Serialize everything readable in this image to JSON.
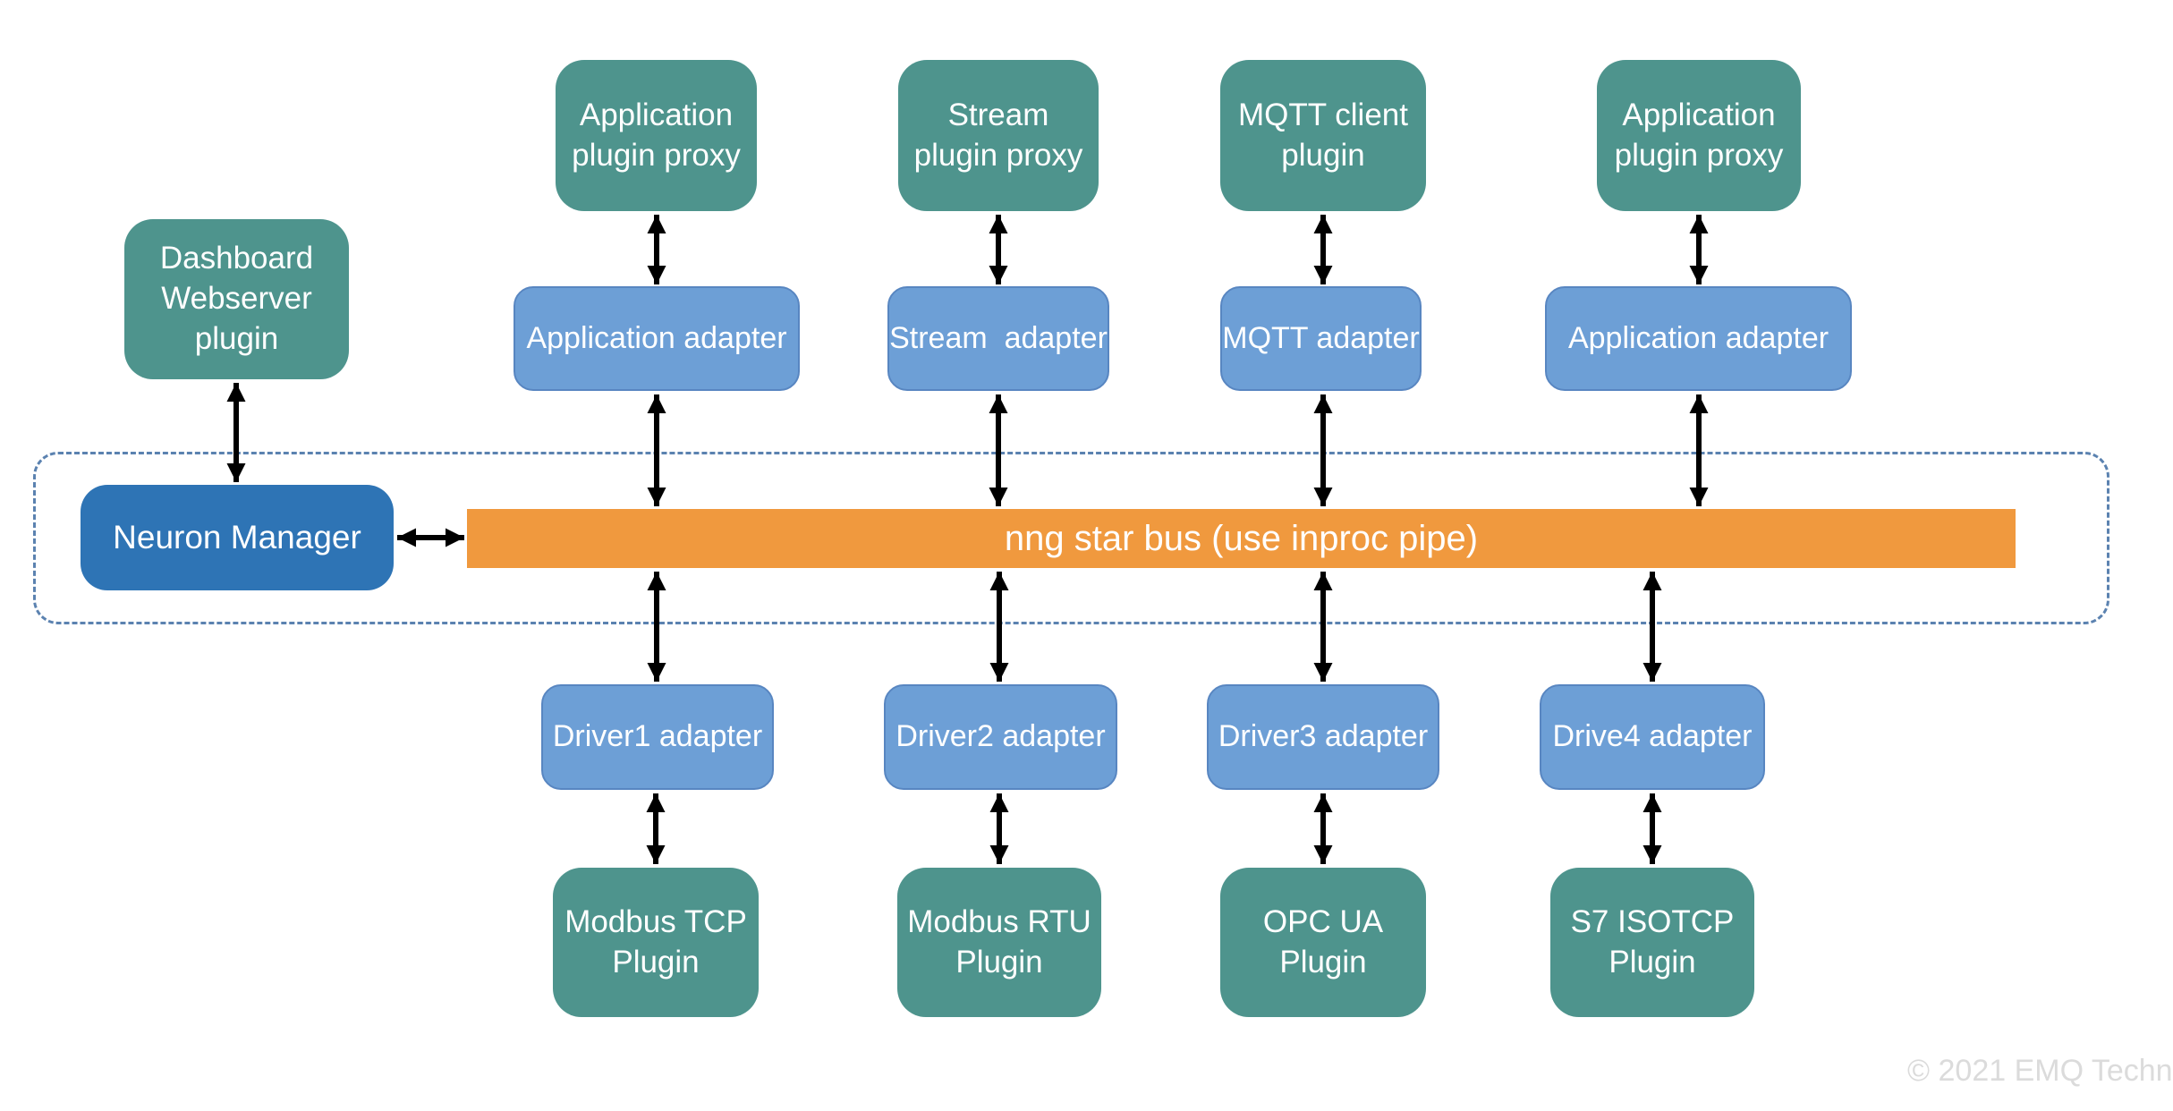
{
  "nodes": {
    "top_plugins": [
      "Application\nplugin proxy",
      "Stream\nplugin proxy",
      "MQTT client\nplugin",
      "Application\nplugin proxy"
    ],
    "adapters": [
      "Application adapter",
      "Stream  adapter",
      "MQTT adapter",
      "Application adapter"
    ],
    "dashboard": "Dashboard\nWebserver\nplugin",
    "neuron_manager": "Neuron Manager",
    "bus": "nng star bus (use inproc pipe)",
    "driver_adapters": [
      "Driver1 adapter",
      "Driver2 adapter",
      "Driver3 adapter",
      "Drive4 adapter"
    ],
    "device_plugins": [
      "Modbus TCP\nPlugin",
      "Modbus RTU\nPlugin",
      "OPC UA\nPlugin",
      "S7 ISOTCP\nPlugin"
    ]
  },
  "watermark": "© 2021 EMQ Techn",
  "colors": {
    "plugin_teal": "#4E948D",
    "adapter_blue": "#6D9FD6",
    "manager_blue": "#2E74B5",
    "bus_orange": "#F0993E",
    "dashed_border": "#5B82B0",
    "arrow_black": "#000000",
    "watermark_gray": "#DBDBDB"
  }
}
